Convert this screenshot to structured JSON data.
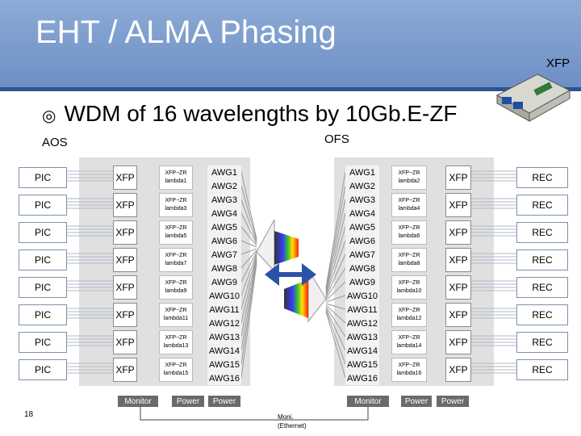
{
  "slide": {
    "title": "EHT / ALMA Phasing",
    "xfp_label": "XFP",
    "bullet_symbol": "◎",
    "bullet": "WDM of 16 wavelengths by 10Gb.E-ZF",
    "page_number": "18"
  },
  "sections": {
    "aos": "AOS",
    "ofs": "OFS"
  },
  "rows": [
    {
      "pic": "PIC",
      "xfp": "XFP",
      "zr_name": "XFP−ZR",
      "lam_a": "lambda1",
      "awg_a": "AWG1",
      "awg_b": "AWG2",
      "lam_b": "lambda2",
      "rec": "REC"
    },
    {
      "pic": "PIC",
      "xfp": "XFP",
      "zr_name": "XFP−ZR",
      "lam_a": "lambda3",
      "awg_a": "AWG3",
      "awg_b": "AWG4",
      "lam_b": "lambda4",
      "rec": "REC"
    },
    {
      "pic": "PIC",
      "xfp": "XFP",
      "zr_name": "XFP−ZR",
      "lam_a": "lambda5",
      "awg_a": "AWG5",
      "awg_b": "AWG6",
      "lam_b": "lambda6",
      "rec": "REC"
    },
    {
      "pic": "PIC",
      "xfp": "XFP",
      "zr_name": "XFP−ZR",
      "lam_a": "lambda7",
      "awg_a": "AWG7",
      "awg_b": "AWG8",
      "lam_b": "lambda8",
      "rec": "REC"
    },
    {
      "pic": "PIC",
      "xfp": "XFP",
      "zr_name": "XFP−ZR",
      "lam_a": "lambda9",
      "awg_a": "AWG9",
      "awg_b": "AWG10",
      "lam_b": "lambda10",
      "rec": "REC"
    },
    {
      "pic": "PIC",
      "xfp": "XFP",
      "zr_name": "XFP−ZR",
      "lam_a": "lambda11",
      "awg_a": "AWG11",
      "awg_b": "AWG12",
      "lam_b": "lambda12",
      "rec": "REC"
    },
    {
      "pic": "PIC",
      "xfp": "XFP",
      "zr_name": "XFP−ZR",
      "lam_a": "lambda13",
      "awg_a": "AWG13",
      "awg_b": "AWG14",
      "lam_b": "lambda14",
      "rec": "REC"
    },
    {
      "pic": "PIC",
      "xfp": "XFP",
      "zr_name": "XFP−ZR",
      "lam_a": "lambda15",
      "awg_a": "AWG15",
      "awg_b": "AWG16",
      "lam_b": "lambda16",
      "rec": "REC"
    }
  ],
  "footer": {
    "monitor_left": "Monitor",
    "power_left_1": "Power",
    "power_left_2": "Power",
    "monitor_right": "Monitor",
    "power_right_1": "Power",
    "power_right_2": "Power",
    "moni_line1": "Moni.",
    "moni_line2": "(Ethernet)"
  }
}
